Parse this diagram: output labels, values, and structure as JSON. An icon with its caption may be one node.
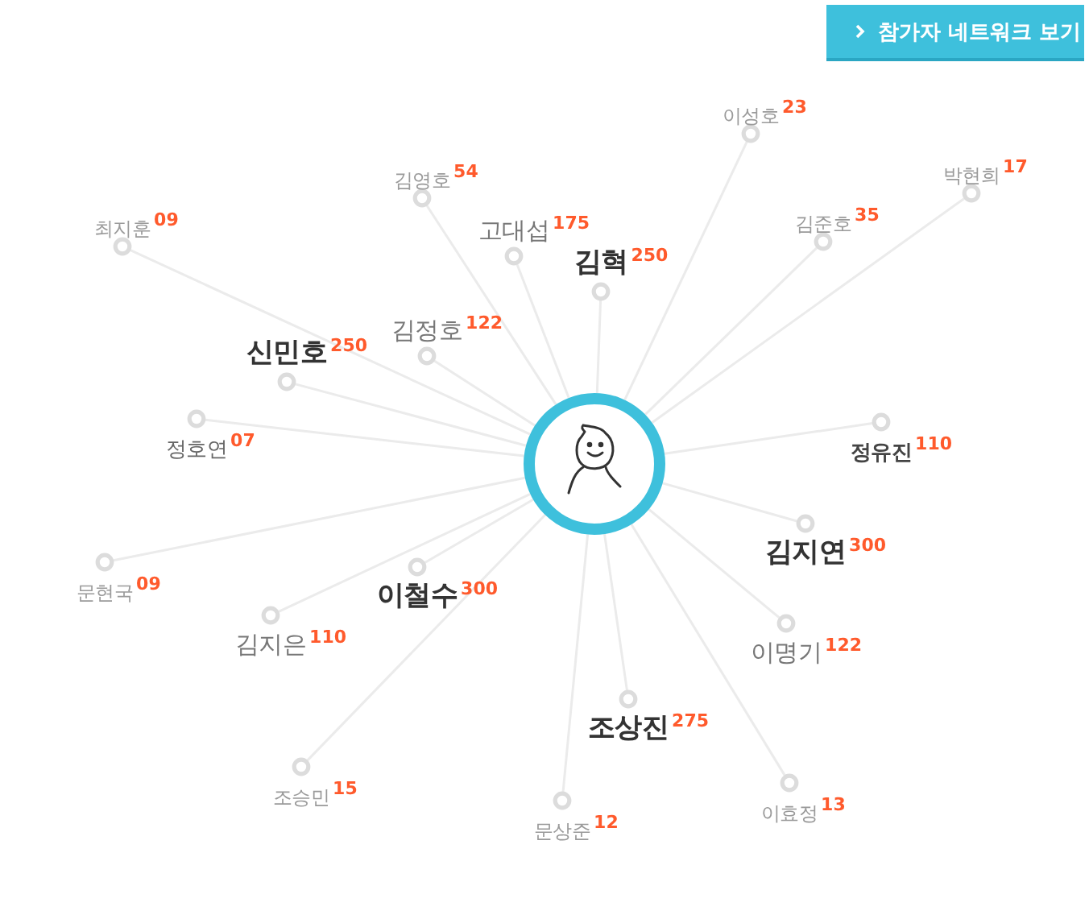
{
  "diagram": {
    "nodes": [
      {
        "text": [],
        "shape": "person"
      },
      {
        "text": [],
        "shape": "circle",
        "beside": [
          "이성호",
          "23"
        ]
      },
      {
        "text": [],
        "shape": "circle",
        "beside": [
          "김영호",
          "54"
        ]
      },
      {
        "text": [],
        "shape": "circle",
        "beside": [
          "박현희",
          "17"
        ]
      },
      {
        "text": [],
        "shape": "circle",
        "beside": [
          "최지훈",
          "09"
        ]
      },
      {
        "text": [],
        "shape": "circle",
        "beside": [
          "고대섭",
          "175"
        ]
      },
      {
        "text": [],
        "shape": "circle",
        "beside": [
          "김준호",
          "35"
        ]
      },
      {
        "text": [],
        "shape": "circle",
        "beside": [
          "김혁",
          "250"
        ]
      },
      {
        "text": [],
        "shape": "circle",
        "beside": [
          "김정호",
          "122"
        ]
      },
      {
        "text": [],
        "shape": "circle",
        "beside": [
          "신민호",
          "250"
        ]
      },
      {
        "text": [],
        "shape": "circle",
        "beside": [
          "정호연",
          "07"
        ]
      },
      {
        "text": [],
        "shape": "circle",
        "beside": [
          "정유진",
          "110"
        ]
      },
      {
        "text": [],
        "shape": "circle",
        "beside": [
          "김지연",
          "300"
        ]
      },
      {
        "text": [],
        "shape": "circle",
        "beside": [
          "문현국",
          "09"
        ]
      },
      {
        "text": [],
        "shape": "circle",
        "beside": [
          "이철수",
          "300"
        ]
      },
      {
        "text": [],
        "shape": "circle",
        "beside": [
          "김지은",
          "110"
        ]
      },
      {
        "text": [],
        "shape": "circle",
        "beside": [
          "이명기",
          "122"
        ]
      },
      {
        "text": [],
        "shape": "circle",
        "beside": [
          "조상진",
          "275"
        ]
      },
      {
        "text": [],
        "shape": "circle",
        "beside": [
          "조승민",
          "15"
        ]
      },
      {
        "text": [],
        "shape": "circle",
        "beside": [
          "이효정",
          "13"
        ]
      },
      {
        "text": [],
        "shape": "circle",
        "beside": [
          "문상준",
          "12"
        ]
      }
    ],
    "edges": [
      {
        "from": 0,
        "to": 1,
        "arrow": "none"
      },
      {
        "from": 0,
        "to": 2,
        "arrow": "none"
      },
      {
        "from": 0,
        "to": 3,
        "arrow": "none"
      },
      {
        "from": 0,
        "to": 4,
        "arrow": "none"
      },
      {
        "from": 0,
        "to": 5,
        "arrow": "none"
      },
      {
        "from": 0,
        "to": 6,
        "arrow": "none"
      },
      {
        "from": 0,
        "to": 7,
        "arrow": "none"
      },
      {
        "from": 0,
        "to": 8,
        "arrow": "none"
      },
      {
        "from": 0,
        "to": 9,
        "arrow": "none"
      },
      {
        "from": 0,
        "to": 10,
        "arrow": "none"
      },
      {
        "from": 0,
        "to": 11,
        "arrow": "none"
      },
      {
        "from": 0,
        "to": 12,
        "arrow": "none"
      },
      {
        "from": 0,
        "to": 13,
        "arrow": "none"
      },
      {
        "from": 0,
        "to": 14,
        "arrow": "none"
      },
      {
        "from": 0,
        "to": 15,
        "arrow": "none"
      },
      {
        "from": 0,
        "to": 16,
        "arrow": "none"
      },
      {
        "from": 0,
        "to": 17,
        "arrow": "none"
      },
      {
        "from": 0,
        "to": 18,
        "arrow": "none"
      },
      {
        "from": 0,
        "to": 19,
        "arrow": "none"
      },
      {
        "from": 0,
        "to": 20,
        "arrow": "none"
      }
    ],
    "labels": [
      "참가자 네트워크 보기"
    ]
  }
}
